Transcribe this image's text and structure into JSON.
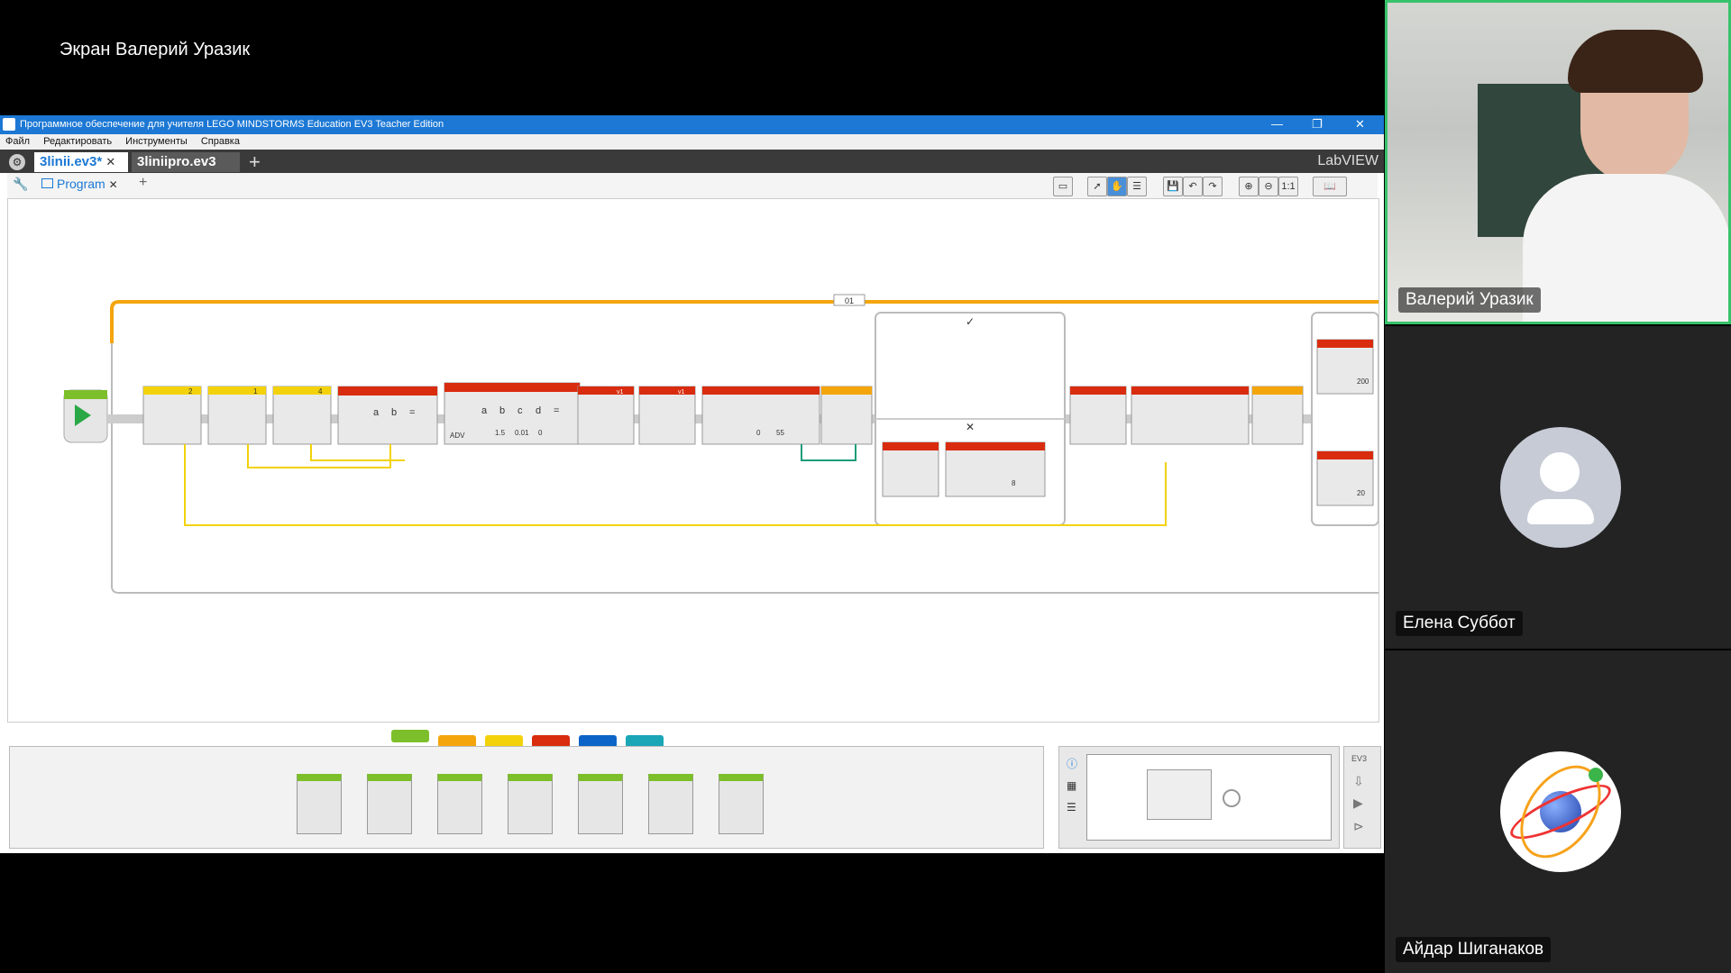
{
  "screen_share": {
    "label": "Экран Валерий Уразик"
  },
  "window": {
    "title": "Программное обеспечение для учителя LEGO MINDSTORMS Education EV3 Teacher Edition",
    "controls": [
      "—",
      "❐",
      "✕"
    ]
  },
  "menu": [
    "Файл",
    "Редактировать",
    "Инструменты",
    "Справка"
  ],
  "project_tabs": [
    {
      "label": "3linii.ev3*",
      "active": true,
      "close": "✕"
    },
    {
      "label": "3liniipro.ev3",
      "active": false
    }
  ],
  "add_tab": "+",
  "brand": "LabVIEW",
  "program_tab": {
    "label": "Program",
    "close": "✕",
    "add": "+"
  },
  "blocks": {
    "loop_label": "01",
    "switch_true": "✓",
    "switch_false": "✕",
    "motor_ports": [
      "2",
      "1",
      "4"
    ],
    "var_tag": "v1",
    "math_adv_label": "ADV",
    "math_adv_vals": [
      "1.5",
      "0.01",
      "0"
    ],
    "math_letters": [
      "a",
      "b",
      "c",
      "d",
      "="
    ],
    "math_letters2": [
      "a",
      "b",
      "="
    ],
    "range_val": "55",
    "range_val_left": "0",
    "switch_small_val": "8",
    "right_vals": [
      "200",
      "20"
    ]
  },
  "palette_colors": [
    "#7cbf2a",
    "#f3a50b",
    "#f3d20b",
    "#d92c0e",
    "#0c64c8",
    "#1aa6b7"
  ],
  "participants": [
    {
      "name": "Валерий Уразик",
      "highlight": true
    },
    {
      "name": "Елена Суббот"
    },
    {
      "name": "Айдар Шиганаков"
    }
  ]
}
